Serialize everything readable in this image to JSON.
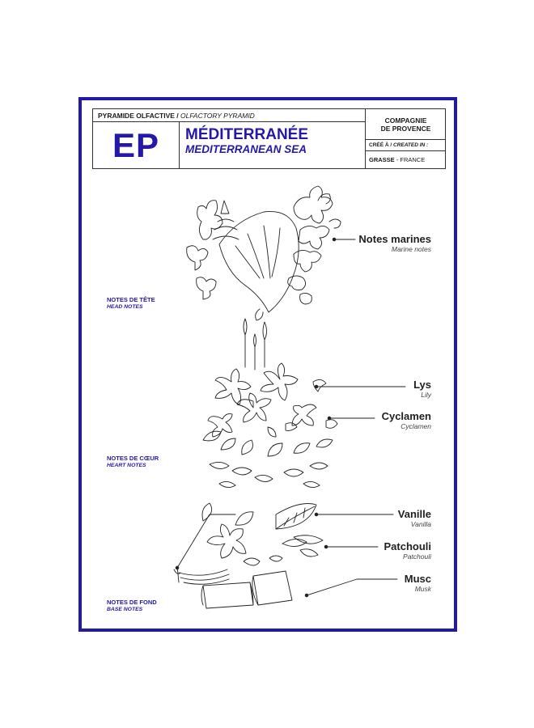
{
  "header": {
    "pyramid_fr": "PYRAMIDE OLFACTIVE /",
    "pyramid_en": "OLFACTORY PYRAMID",
    "code": "EP",
    "name_fr": "MÉDITERRANÉE",
    "name_en": "MEDITERRANEAN SEA",
    "brand_line1": "COMPAGNIE",
    "brand_line2": "DE PROVENCE",
    "created_fr": "CRÉÉ À /",
    "created_en": "CREATED IN :",
    "city": "GRASSE",
    "country": "- FRANCE"
  },
  "sections": [
    {
      "fr": "NOTES DE TÊTE",
      "en": "HEAD NOTES"
    },
    {
      "fr": "NOTES DE CŒUR",
      "en": "HEART NOTES"
    },
    {
      "fr": "NOTES DE FOND",
      "en": "BASE NOTES"
    }
  ],
  "ingredients": [
    {
      "fr": "Notes marines",
      "en": "Marine notes"
    },
    {
      "fr": "Lys",
      "en": "Lily"
    },
    {
      "fr": "Cyclamen",
      "en": "Cyclamen"
    },
    {
      "fr": "Vanille",
      "en": "Vanilla"
    },
    {
      "fr": "Patchouli",
      "en": "Patchouli"
    },
    {
      "fr": "Musc",
      "en": "Musk"
    }
  ],
  "colors": {
    "accent": "#2418a8",
    "ink": "#1a1a1a"
  }
}
